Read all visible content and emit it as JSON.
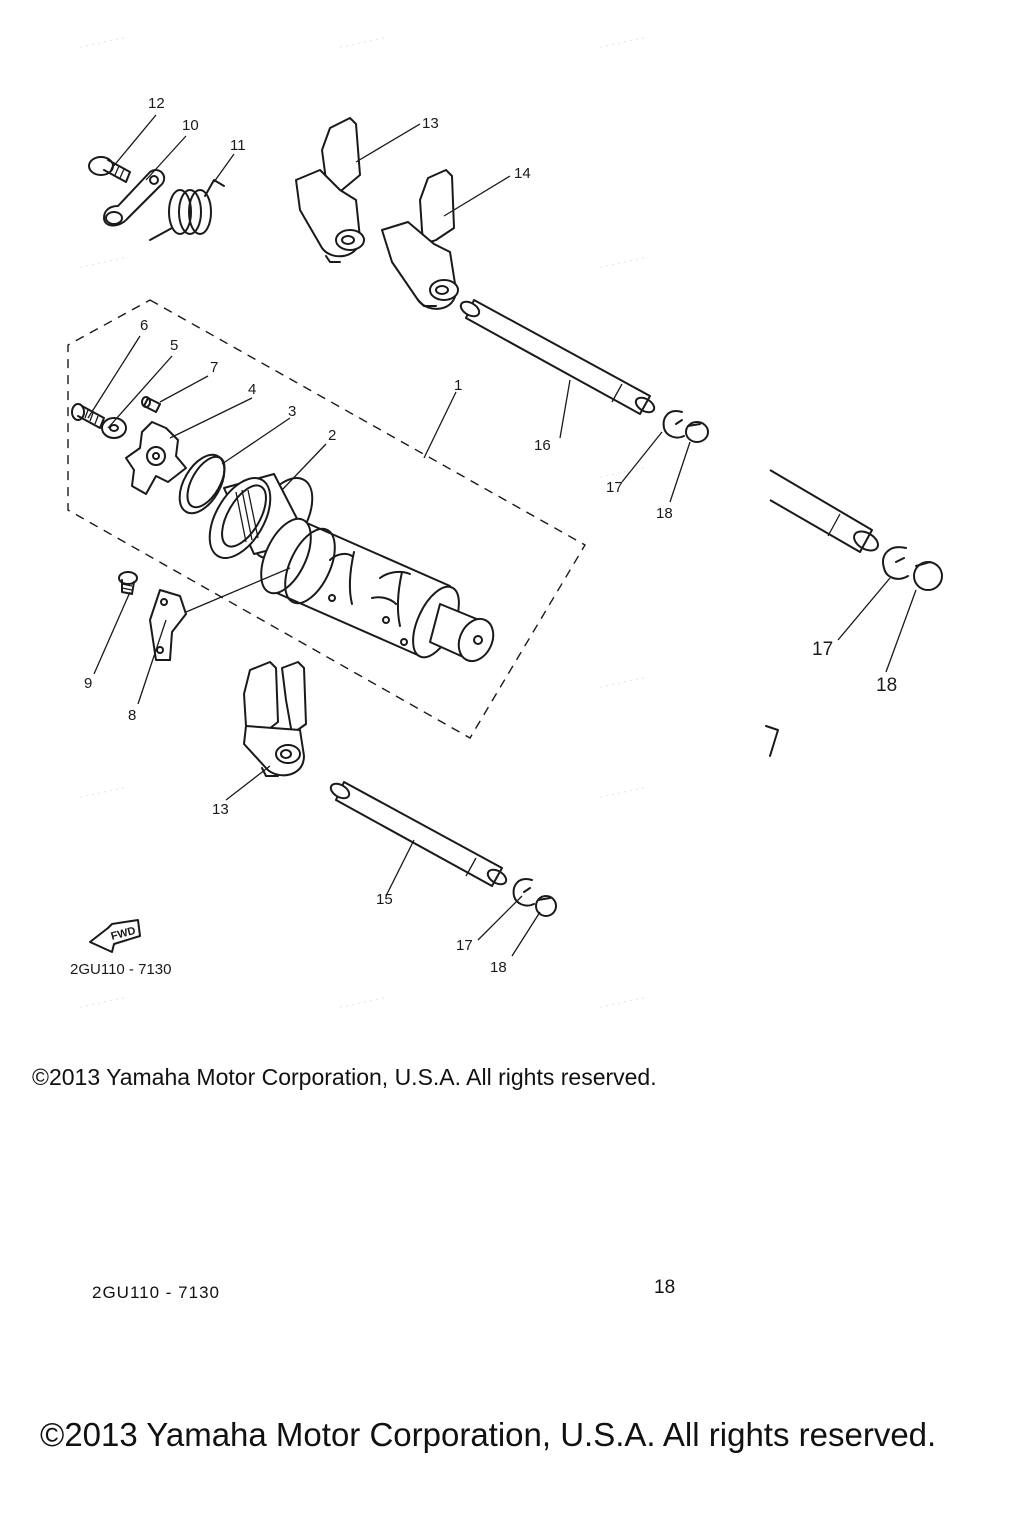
{
  "diagram": {
    "callouts": {
      "c1": "1",
      "c2": "2",
      "c3": "3",
      "c4": "4",
      "c5": "5",
      "c6": "6",
      "c7": "7",
      "c8": "8",
      "c9": "9",
      "c10": "10",
      "c11": "11",
      "c12": "12",
      "c13_upper": "13",
      "c13_lower": "13",
      "c14": "14",
      "c15": "15",
      "c16": "16",
      "c17_upper": "17",
      "c18_upper": "18",
      "c17_right": "17",
      "c18_right": "18",
      "c17_lower": "17",
      "c18_lower": "18"
    },
    "fwd_label": "FWD",
    "ref_code": "2GU110 - 7130"
  },
  "footer": {
    "copyright_small": "©2013 Yamaha Motor Corporation, U.S.A. All rights reserved.",
    "ref_code": "2GU110 - 7130",
    "page_number": "18",
    "copyright_large": "©2013 Yamaha Motor Corporation, U.S.A. All rights reserved."
  },
  "colors": {
    "line": "#1a1a1a",
    "background": "#ffffff",
    "watermark": "#cfcfcf"
  }
}
